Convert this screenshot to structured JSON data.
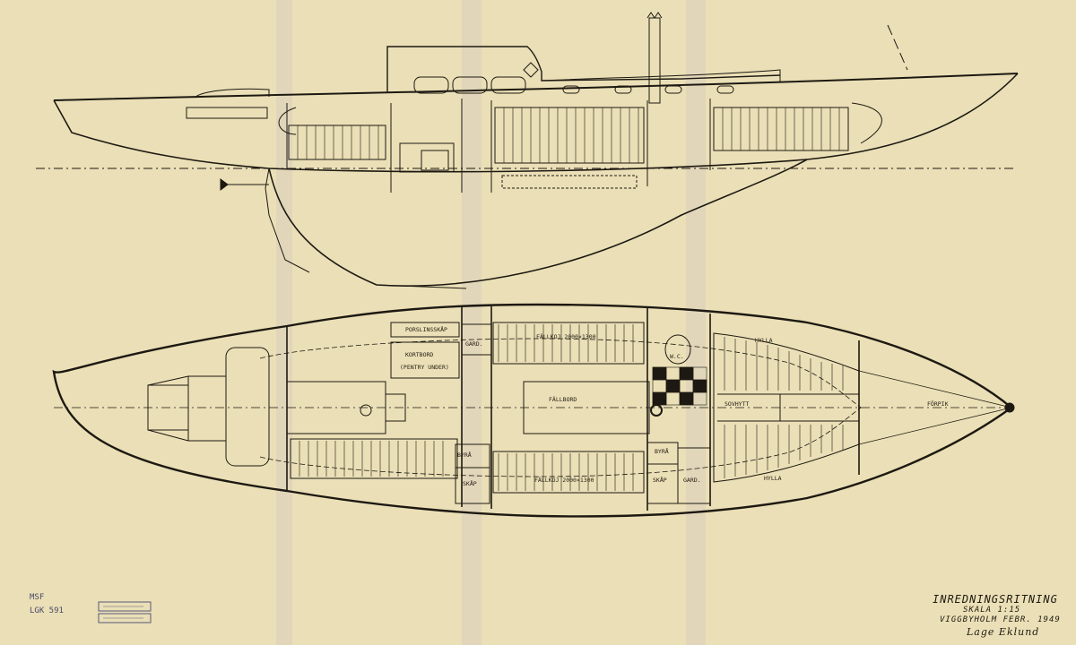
{
  "colors": {
    "paper": "#eadfb6",
    "ink": "#1d1912",
    "band": "#d4c9bd"
  },
  "plan_labels": {
    "porslinsskap": "PORSLINSSKÅP",
    "gard1": "GARD.",
    "fallkoj_top": "FÄLLKOJ 2000×1300",
    "wc": "W.C.",
    "hylla_top": "HYLLA",
    "kortbord": "KORTBORD",
    "pentry": "(PENTRY UNDER)",
    "fallbord": "FÄLLBORD",
    "sovhytt": "SOVHYTT",
    "forpik": "FÖRPIK",
    "byra1": "BYRÅ",
    "skap1": "SKÅP",
    "fallkoj_bottom": "FÄLLKOJ 2000×1300",
    "byra2": "BYRÅ",
    "skap2": "SKÅP",
    "gard2": "GARD.",
    "hylla_bottom": "HYLLA"
  },
  "title_block": {
    "title": "INREDNINGSRITNING",
    "scale": "SKALA 1:15",
    "place_date": "VIGGBYHOLM FEBR. 1949",
    "signature": "Lage Eklund"
  },
  "archive_stamp": {
    "line1": "MSF",
    "line2": "LGK 591"
  }
}
